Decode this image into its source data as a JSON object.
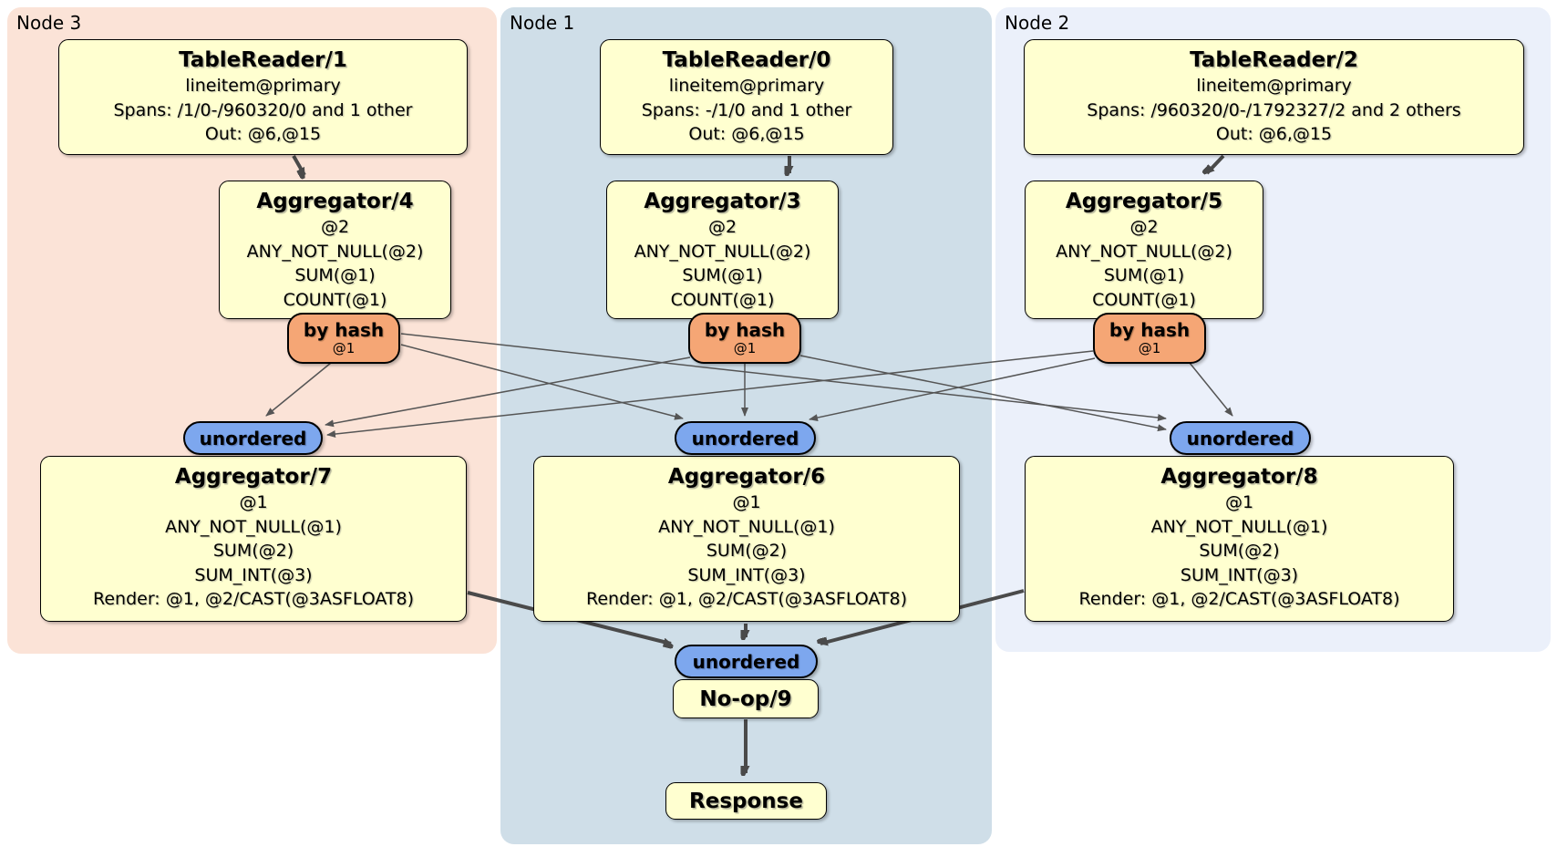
{
  "diagram": {
    "type": "distsql-query-plan",
    "colors": {
      "node3_bg": "#fbe3d7",
      "node1_bg": "#cfdee8",
      "node2_bg": "#ebf0fa",
      "processor_box_fill": "#ffffd0",
      "by_hash_badge_fill": "#f5a675",
      "unordered_badge_fill": "#7da7ee",
      "edge_color": "#4a4a4a"
    }
  },
  "nodes": {
    "node3": {
      "label": "Node 3"
    },
    "node1": {
      "label": "Node 1"
    },
    "node2": {
      "label": "Node 2"
    }
  },
  "processors": {
    "tablereader1": {
      "title": "TableReader/1",
      "lines": [
        "lineitem@primary",
        "Spans: /1/0-/960320/0 and 1 other",
        "Out: @6,@15"
      ]
    },
    "tablereader0": {
      "title": "TableReader/0",
      "lines": [
        "lineitem@primary",
        "Spans: -/1/0 and 1 other",
        "Out: @6,@15"
      ]
    },
    "tablereader2": {
      "title": "TableReader/2",
      "lines": [
        "lineitem@primary",
        "Spans: /960320/0-/1792327/2 and 2 others",
        "Out: @6,@15"
      ]
    },
    "aggregator4": {
      "title": "Aggregator/4",
      "lines": [
        "@2",
        "ANY_NOT_NULL(@2)",
        "SUM(@1)",
        "COUNT(@1)"
      ]
    },
    "aggregator3": {
      "title": "Aggregator/3",
      "lines": [
        "@2",
        "ANY_NOT_NULL(@2)",
        "SUM(@1)",
        "COUNT(@1)"
      ]
    },
    "aggregator5": {
      "title": "Aggregator/5",
      "lines": [
        "@2",
        "ANY_NOT_NULL(@2)",
        "SUM(@1)",
        "COUNT(@1)"
      ]
    },
    "aggregator7": {
      "title": "Aggregator/7",
      "lines": [
        "@1",
        "ANY_NOT_NULL(@1)",
        "SUM(@2)",
        "SUM_INT(@3)",
        "Render: @1, @2/CAST(@3ASFLOAT8)"
      ]
    },
    "aggregator6": {
      "title": "Aggregator/6",
      "lines": [
        "@1",
        "ANY_NOT_NULL(@1)",
        "SUM(@2)",
        "SUM_INT(@3)",
        "Render: @1, @2/CAST(@3ASFLOAT8)"
      ]
    },
    "aggregator8": {
      "title": "Aggregator/8",
      "lines": [
        "@1",
        "ANY_NOT_NULL(@1)",
        "SUM(@2)",
        "SUM_INT(@3)",
        "Render: @1, @2/CAST(@3ASFLOAT8)"
      ]
    },
    "noop9": {
      "title": "No-op/9"
    },
    "response": {
      "title": "Response"
    }
  },
  "badges": {
    "byhash3": {
      "label": "by hash",
      "sub": "@1"
    },
    "byhash1": {
      "label": "by hash",
      "sub": "@1"
    },
    "byhash2": {
      "label": "by hash",
      "sub": "@1"
    },
    "unordered3": {
      "label": "unordered"
    },
    "unordered1": {
      "label": "unordered"
    },
    "unordered2": {
      "label": "unordered"
    },
    "unordered_merge": {
      "label": "unordered"
    }
  }
}
